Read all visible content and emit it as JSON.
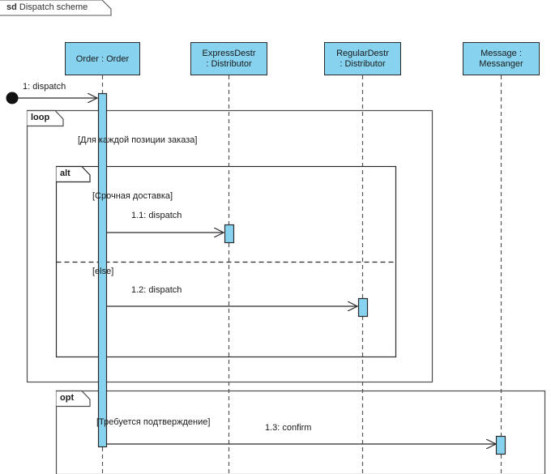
{
  "diagram": {
    "kind_keyword": "sd",
    "title": "Dispatch scheme",
    "colors": {
      "lifeline_fill": "#87d3ef",
      "activation_fill": "#87d3ef",
      "stroke": "#2b2b2b",
      "frame_stroke": "#4d4d4d",
      "background": "#ffffff"
    }
  },
  "lifelines": [
    {
      "id": "order",
      "line1": "Order : Order",
      "line2": ""
    },
    {
      "id": "express",
      "line1": "ExpressDestr",
      "line2": ": Distributor"
    },
    {
      "id": "regular",
      "line1": "RegularDestr",
      "line2": ": Distributor"
    },
    {
      "id": "messenger",
      "line1": "Message :",
      "line2": "Messanger"
    }
  ],
  "found_message": {
    "label": "1: dispatch",
    "from": "start-point",
    "to": "order"
  },
  "fragments": [
    {
      "id": "loop",
      "operator": "loop",
      "guard": "[Для каждой позиции заказа]"
    },
    {
      "id": "alt",
      "operator": "alt",
      "guard": "[Срочная доставка]",
      "else_guard": "[else]"
    },
    {
      "id": "opt",
      "operator": "opt",
      "guard": "[Требуется подтверждение]"
    }
  ],
  "messages": [
    {
      "id": "m1",
      "label": "1: dispatch",
      "from": "start",
      "to": "order"
    },
    {
      "id": "m11",
      "label": "1.1: dispatch",
      "from": "order",
      "to": "express"
    },
    {
      "id": "m12",
      "label": "1.2: dispatch",
      "from": "order",
      "to": "regular"
    },
    {
      "id": "m13",
      "label": "1.3: confirm",
      "from": "order",
      "to": "messenger"
    }
  ]
}
